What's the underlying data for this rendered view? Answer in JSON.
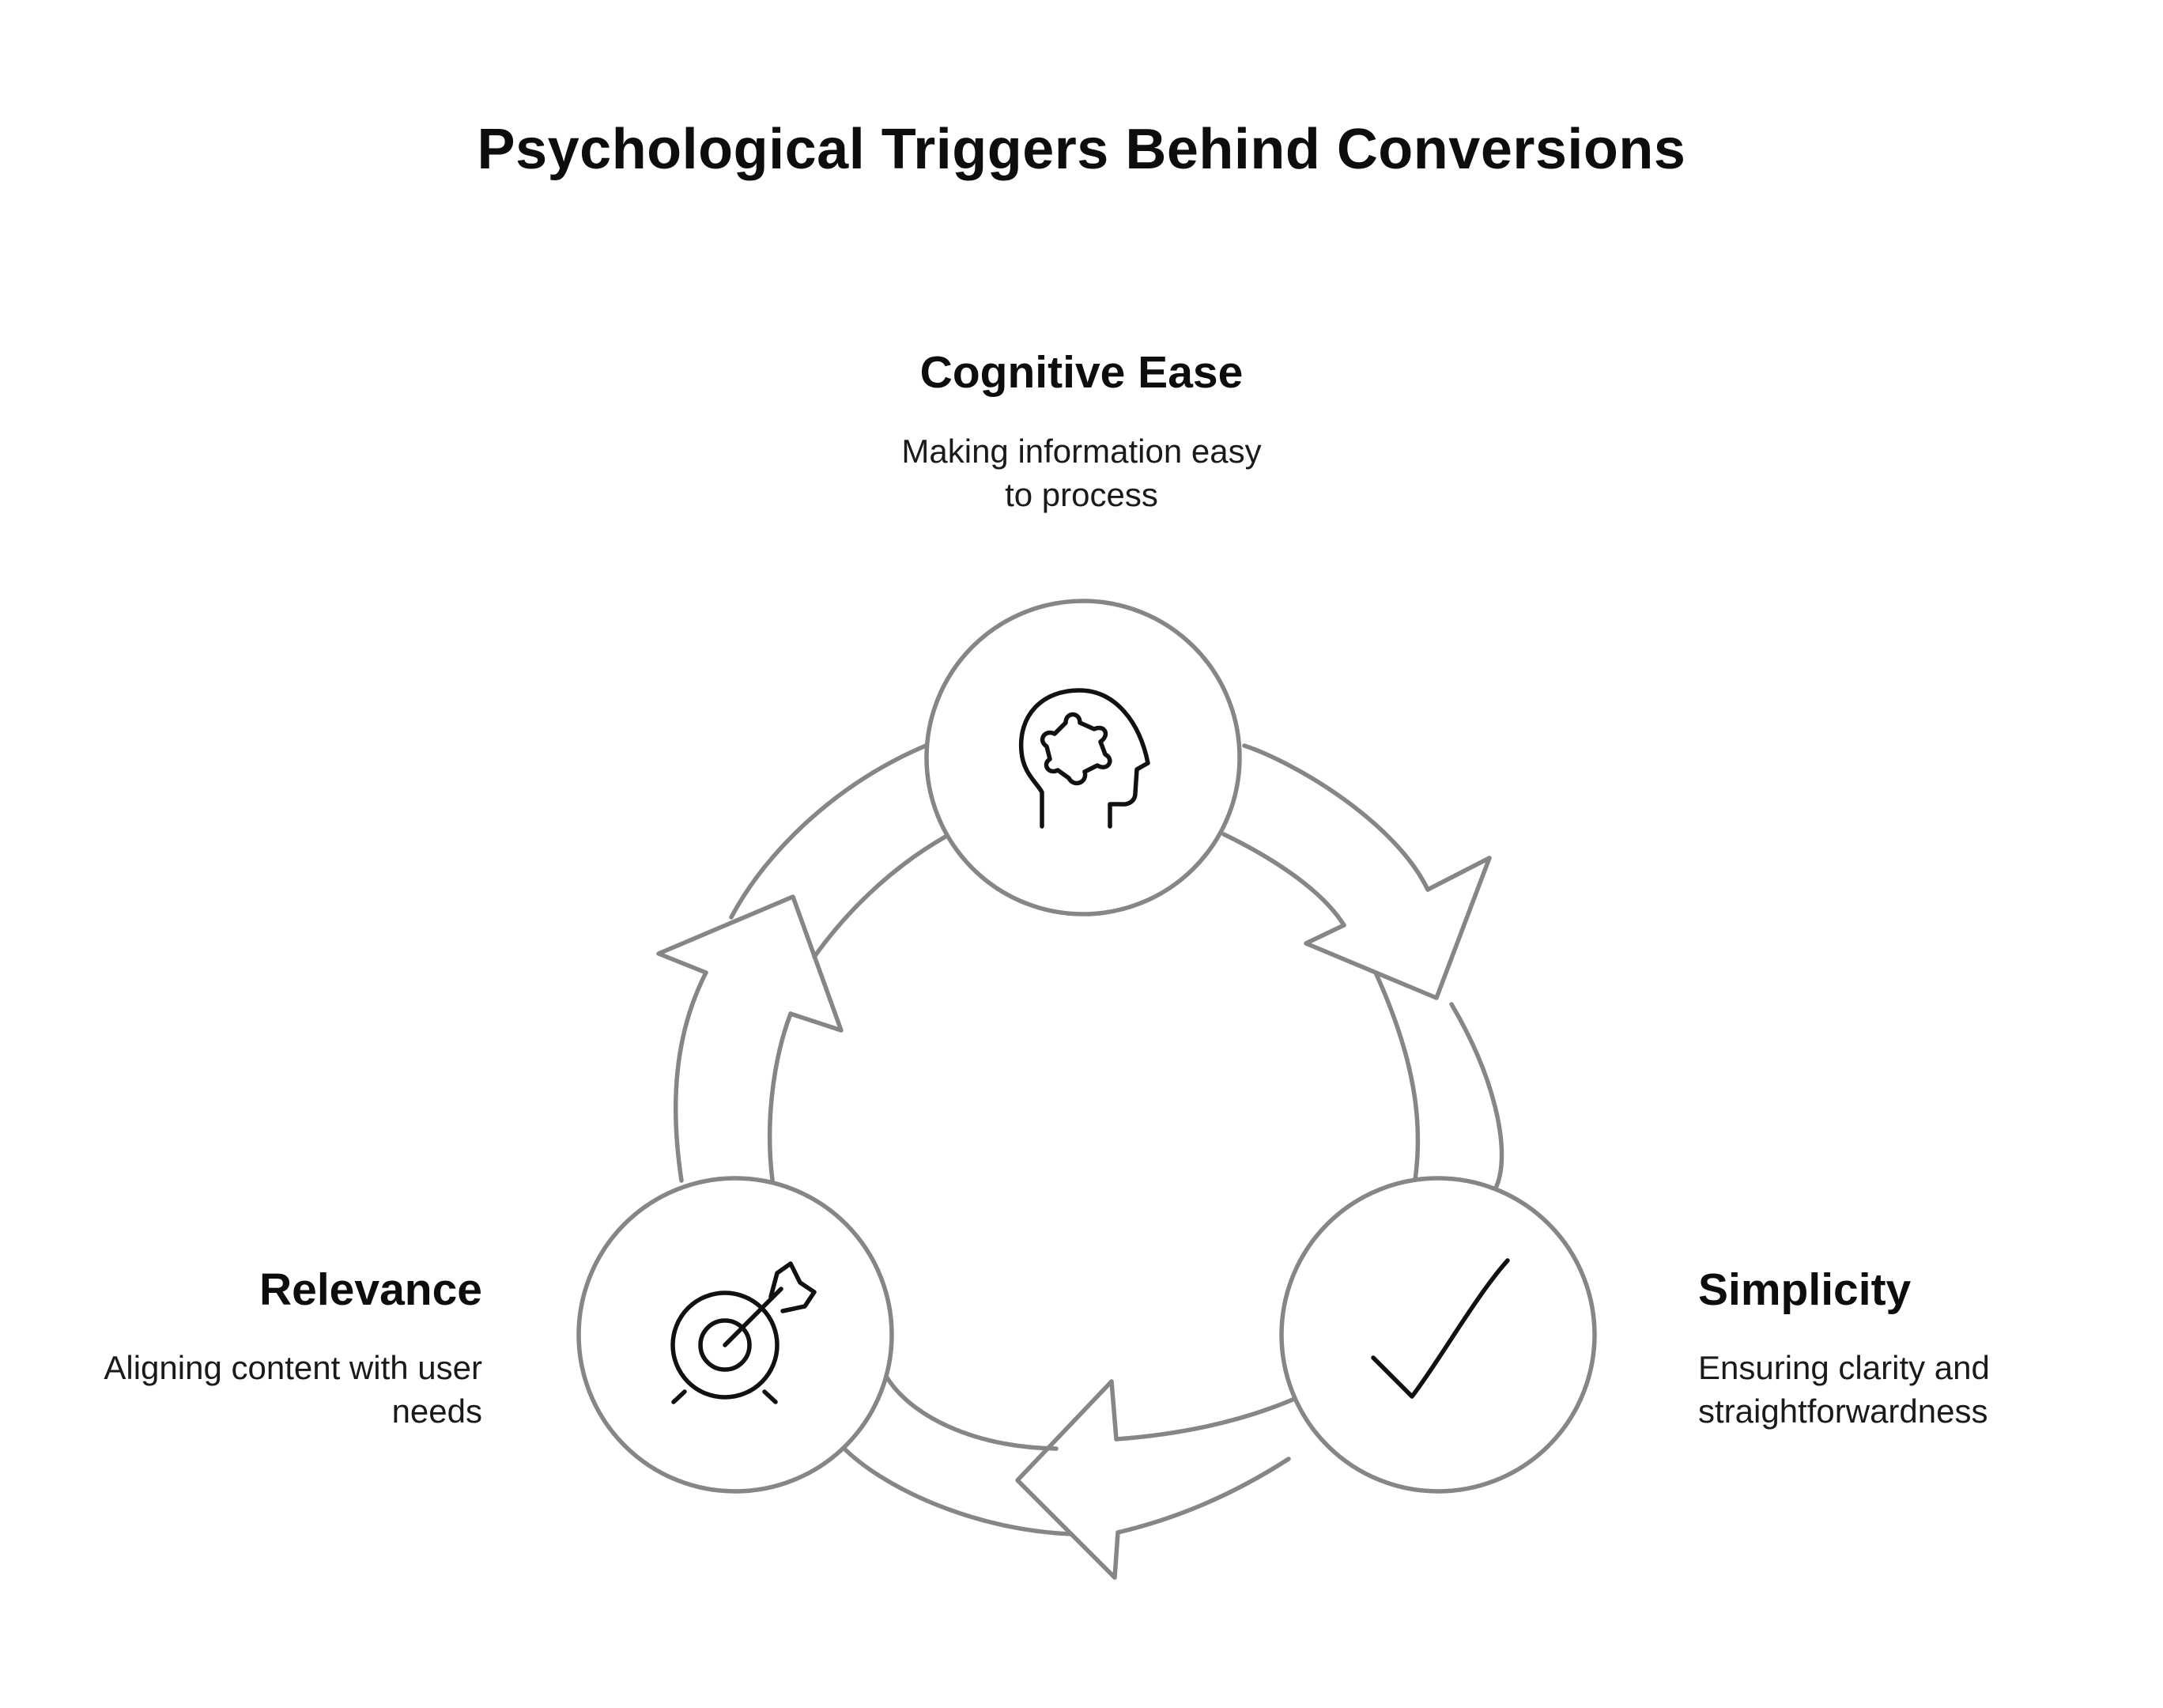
{
  "title": "Psychological Triggers Behind Conversions",
  "nodes": [
    {
      "heading": "Cognitive Ease",
      "description_lines": [
        "Making information easy",
        "to process"
      ],
      "icon": "head-puzzle-icon"
    },
    {
      "heading": "Simplicity",
      "description_lines": [
        "Ensuring clarity and",
        "straightforwardness"
      ],
      "icon": "checkmark-icon"
    },
    {
      "heading": "Relevance",
      "description_lines": [
        "Aligning content with user",
        "needs"
      ],
      "icon": "target-arrow-icon"
    }
  ],
  "colors": {
    "ring": "#868686",
    "icon": "#111111",
    "text": "#0d0d0d"
  }
}
